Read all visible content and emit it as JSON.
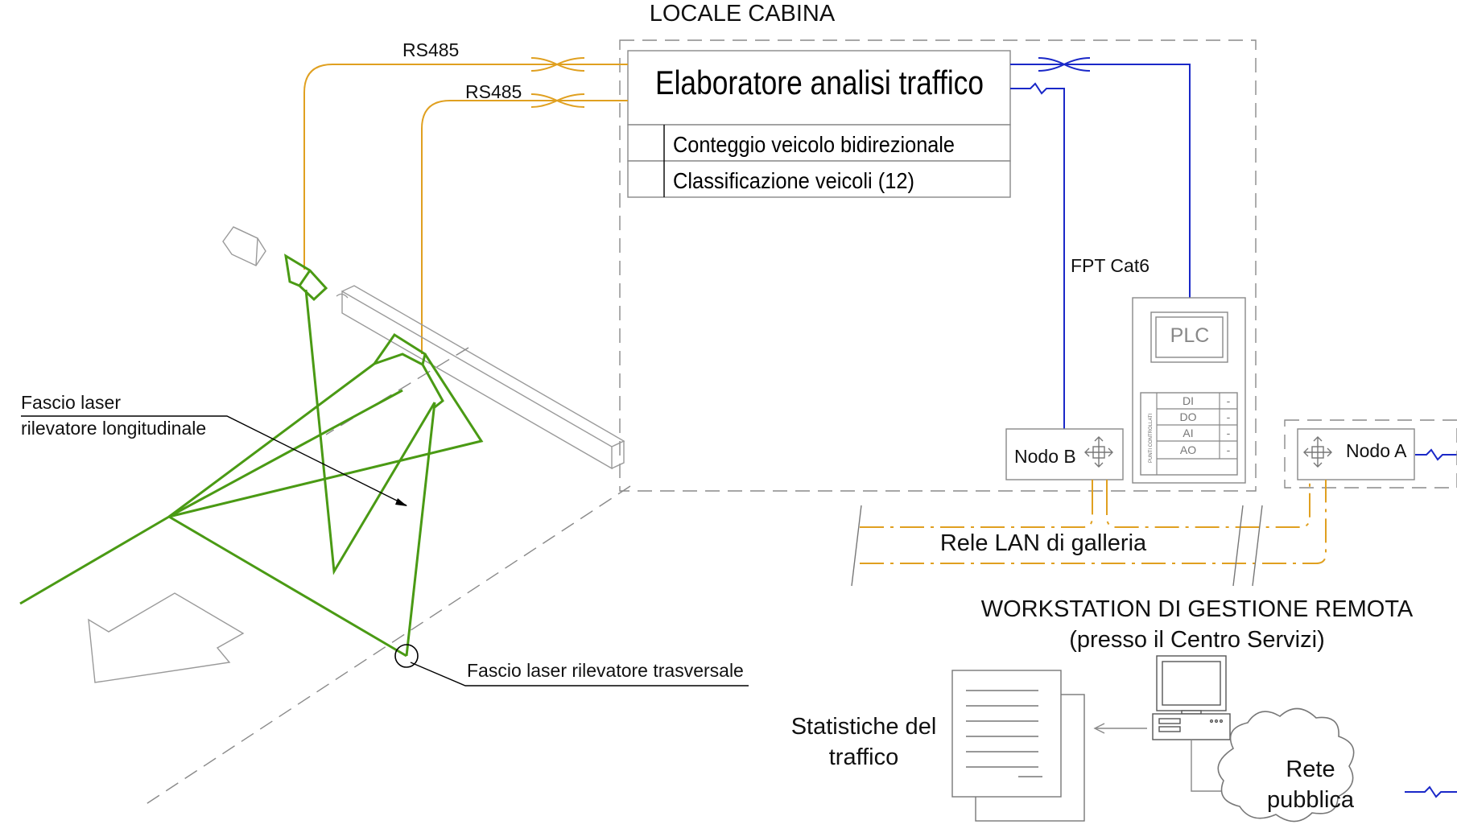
{
  "title": "LOCALE CABINA",
  "processor": {
    "title": "Elaboratore analisi traffico",
    "rows": [
      "Conteggio veicolo bidirezionale",
      "Classificazione veicoli (12)"
    ]
  },
  "links": {
    "rs485_top": "RS485",
    "rs485_bottom": "RS485",
    "fpt": "FPT Cat6"
  },
  "plc": {
    "title": "PLC",
    "side_label": "PUNTI CONTROLLATI",
    "io": [
      {
        "name": "DI",
        "value": "-"
      },
      {
        "name": "DO",
        "value": "-"
      },
      {
        "name": "AI",
        "value": "-"
      },
      {
        "name": "AO",
        "value": "-"
      }
    ]
  },
  "nodes": {
    "b": "Nodo B",
    "a": "Nodo A"
  },
  "lan": "Rele LAN di galleria",
  "workstation": {
    "title": "WORKSTATION DI GESTIONE REMOTA",
    "subtitle": "(presso il Centro Servizi)"
  },
  "stats": {
    "line1": "Statistiche del",
    "line2": "traffico"
  },
  "cloud": {
    "line1": "Rete",
    "line2": "pubblica"
  },
  "laser": {
    "longitudinal_line1": "Fascio laser",
    "longitudinal_line2": "rilevatore longitudinale",
    "transversal": "Fascio laser rilevatore trasversale"
  },
  "colors": {
    "serial_cable": "#e0a020",
    "network_cable": "#1a28c8",
    "laser_beam": "#4a9a14",
    "structure": "#9a9a9a"
  }
}
